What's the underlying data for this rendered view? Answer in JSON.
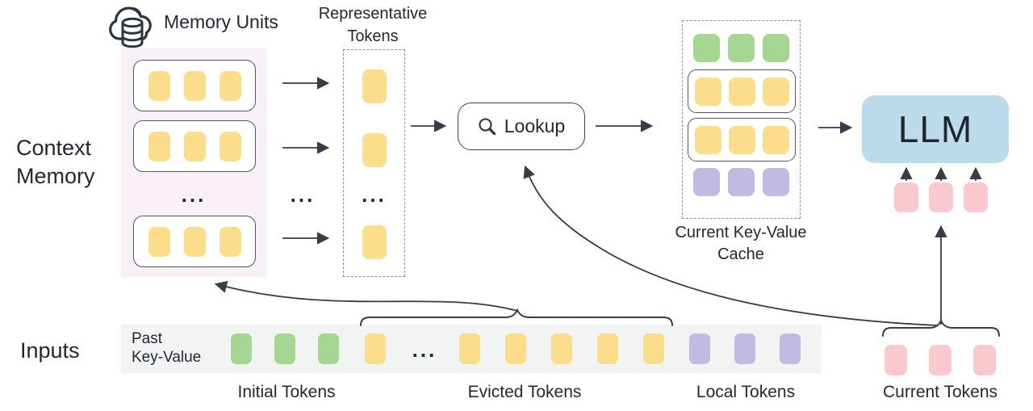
{
  "colors": {
    "yellow": "#fbdd8c",
    "green": "#a6d792",
    "purple": "#bfbbe2",
    "pink": "#fac9ce",
    "blue": "#bcdcee",
    "panel_pink": "#f9eff7",
    "band_gray": "#f2f4f4",
    "stroke": "#363d49",
    "text": "#222833"
  },
  "labels": {
    "memory_units": "Memory Units",
    "context_memory": "Context\nMemory",
    "representative_tokens": "Representative\nTokens",
    "lookup": "Lookup",
    "current_kv_cache": "Current Key-Value\nCache",
    "llm": "LLM",
    "inputs": "Inputs",
    "past_key_value": "Past\nKey-Value",
    "initial_tokens": "Initial Tokens",
    "evicted_tokens": "Evicted Tokens",
    "local_tokens": "Local Tokens",
    "current_tokens": "Current Tokens",
    "ellipsis": "..."
  },
  "tokens": {
    "memory_unit": {
      "color": "yellow",
      "count": 3
    },
    "rep_single": {
      "color": "yellow",
      "count": 1
    },
    "cache_green": {
      "color": "green",
      "count": 3
    },
    "cache_yellow": {
      "color": "yellow",
      "count": 3
    },
    "cache_purple": {
      "color": "purple",
      "count": 3
    },
    "band_initial": {
      "color": "green",
      "count": 3
    },
    "band_evicted_left": {
      "color": "yellow",
      "count": 1
    },
    "band_evicted_right": {
      "color": "yellow",
      "count": 5
    },
    "band_local": {
      "color": "purple",
      "count": 3
    },
    "current": {
      "color": "pink",
      "count": 3
    },
    "llm_input": {
      "color": "pink",
      "count": 3
    }
  }
}
